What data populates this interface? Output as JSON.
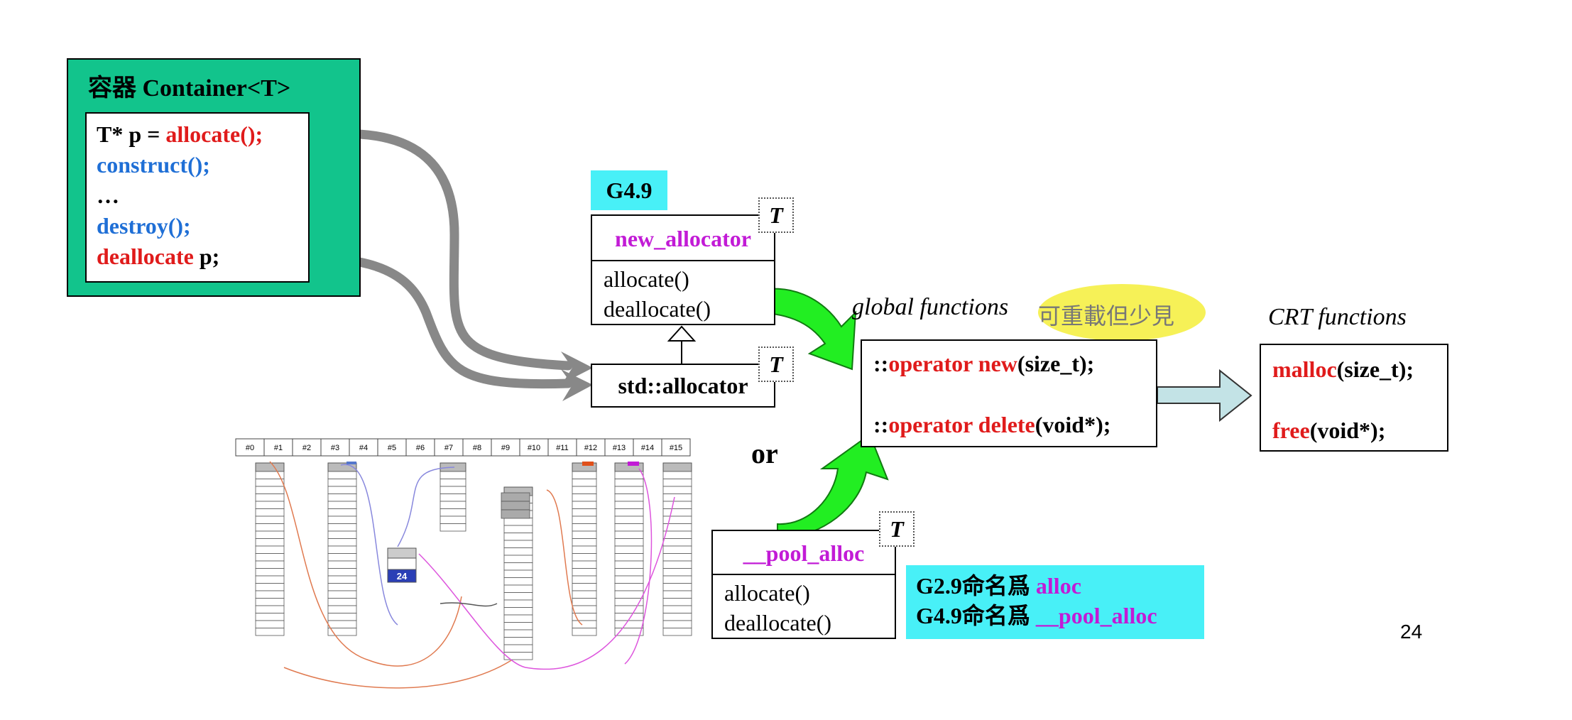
{
  "container": {
    "title": "容器 Container<T>",
    "code": {
      "line1_prefix": "T* p = ",
      "line1_call": "allocate();",
      "line2": "construct();",
      "line3": "…",
      "line4": "destroy();",
      "line5_call": "deallocate",
      "line5_suffix": " p;"
    }
  },
  "g49_tag": "G4.9",
  "new_allocator": {
    "name": "new_allocator",
    "template_param": "T",
    "methods": [
      "allocate()",
      "deallocate()"
    ]
  },
  "std_allocator": {
    "name": "std::allocator",
    "template_param": "T"
  },
  "or_label": "or",
  "pool_alloc": {
    "name": "__pool_alloc",
    "template_param": "T",
    "methods": [
      "allocate()",
      "deallocate()"
    ]
  },
  "naming_note": {
    "line1_prefix": "G2.9命名爲 ",
    "line1_name": "alloc",
    "line2_prefix": "G4.9命名爲 ",
    "line2_name": "__pool_alloc"
  },
  "global_functions": {
    "label": "global functions",
    "highlight_note": "可重載但少見",
    "op_new": {
      "scope": "::",
      "keyword": "operator new",
      "args": "(size_t);"
    },
    "op_delete": {
      "scope": "::",
      "keyword": "operator delete",
      "args": "(void*);"
    }
  },
  "crt_functions": {
    "label": "CRT functions",
    "malloc": {
      "name": "malloc",
      "args": "(size_t);"
    },
    "free": {
      "name": "free",
      "args": "(void*);"
    }
  },
  "freelist_figure": {
    "bucket_labels": [
      "#0",
      "#1",
      "#2",
      "#3",
      "#4",
      "#5",
      "#6",
      "#7",
      "#8",
      "#9",
      "#10",
      "#11",
      "#12",
      "#13",
      "#14",
      "#15"
    ],
    "block_label": "24"
  },
  "page_number": "24",
  "colors": {
    "container_bg": "#12c48c",
    "tag_bg": "#48f0f7",
    "highlight": "#f5ef3a",
    "arrow_green": "#22ee22",
    "arrow_gray": "#888888",
    "arrow_light": "#c3e3e6",
    "red": "#e01b1b",
    "blue": "#1f6fd6",
    "purple": "#c21bd6"
  }
}
